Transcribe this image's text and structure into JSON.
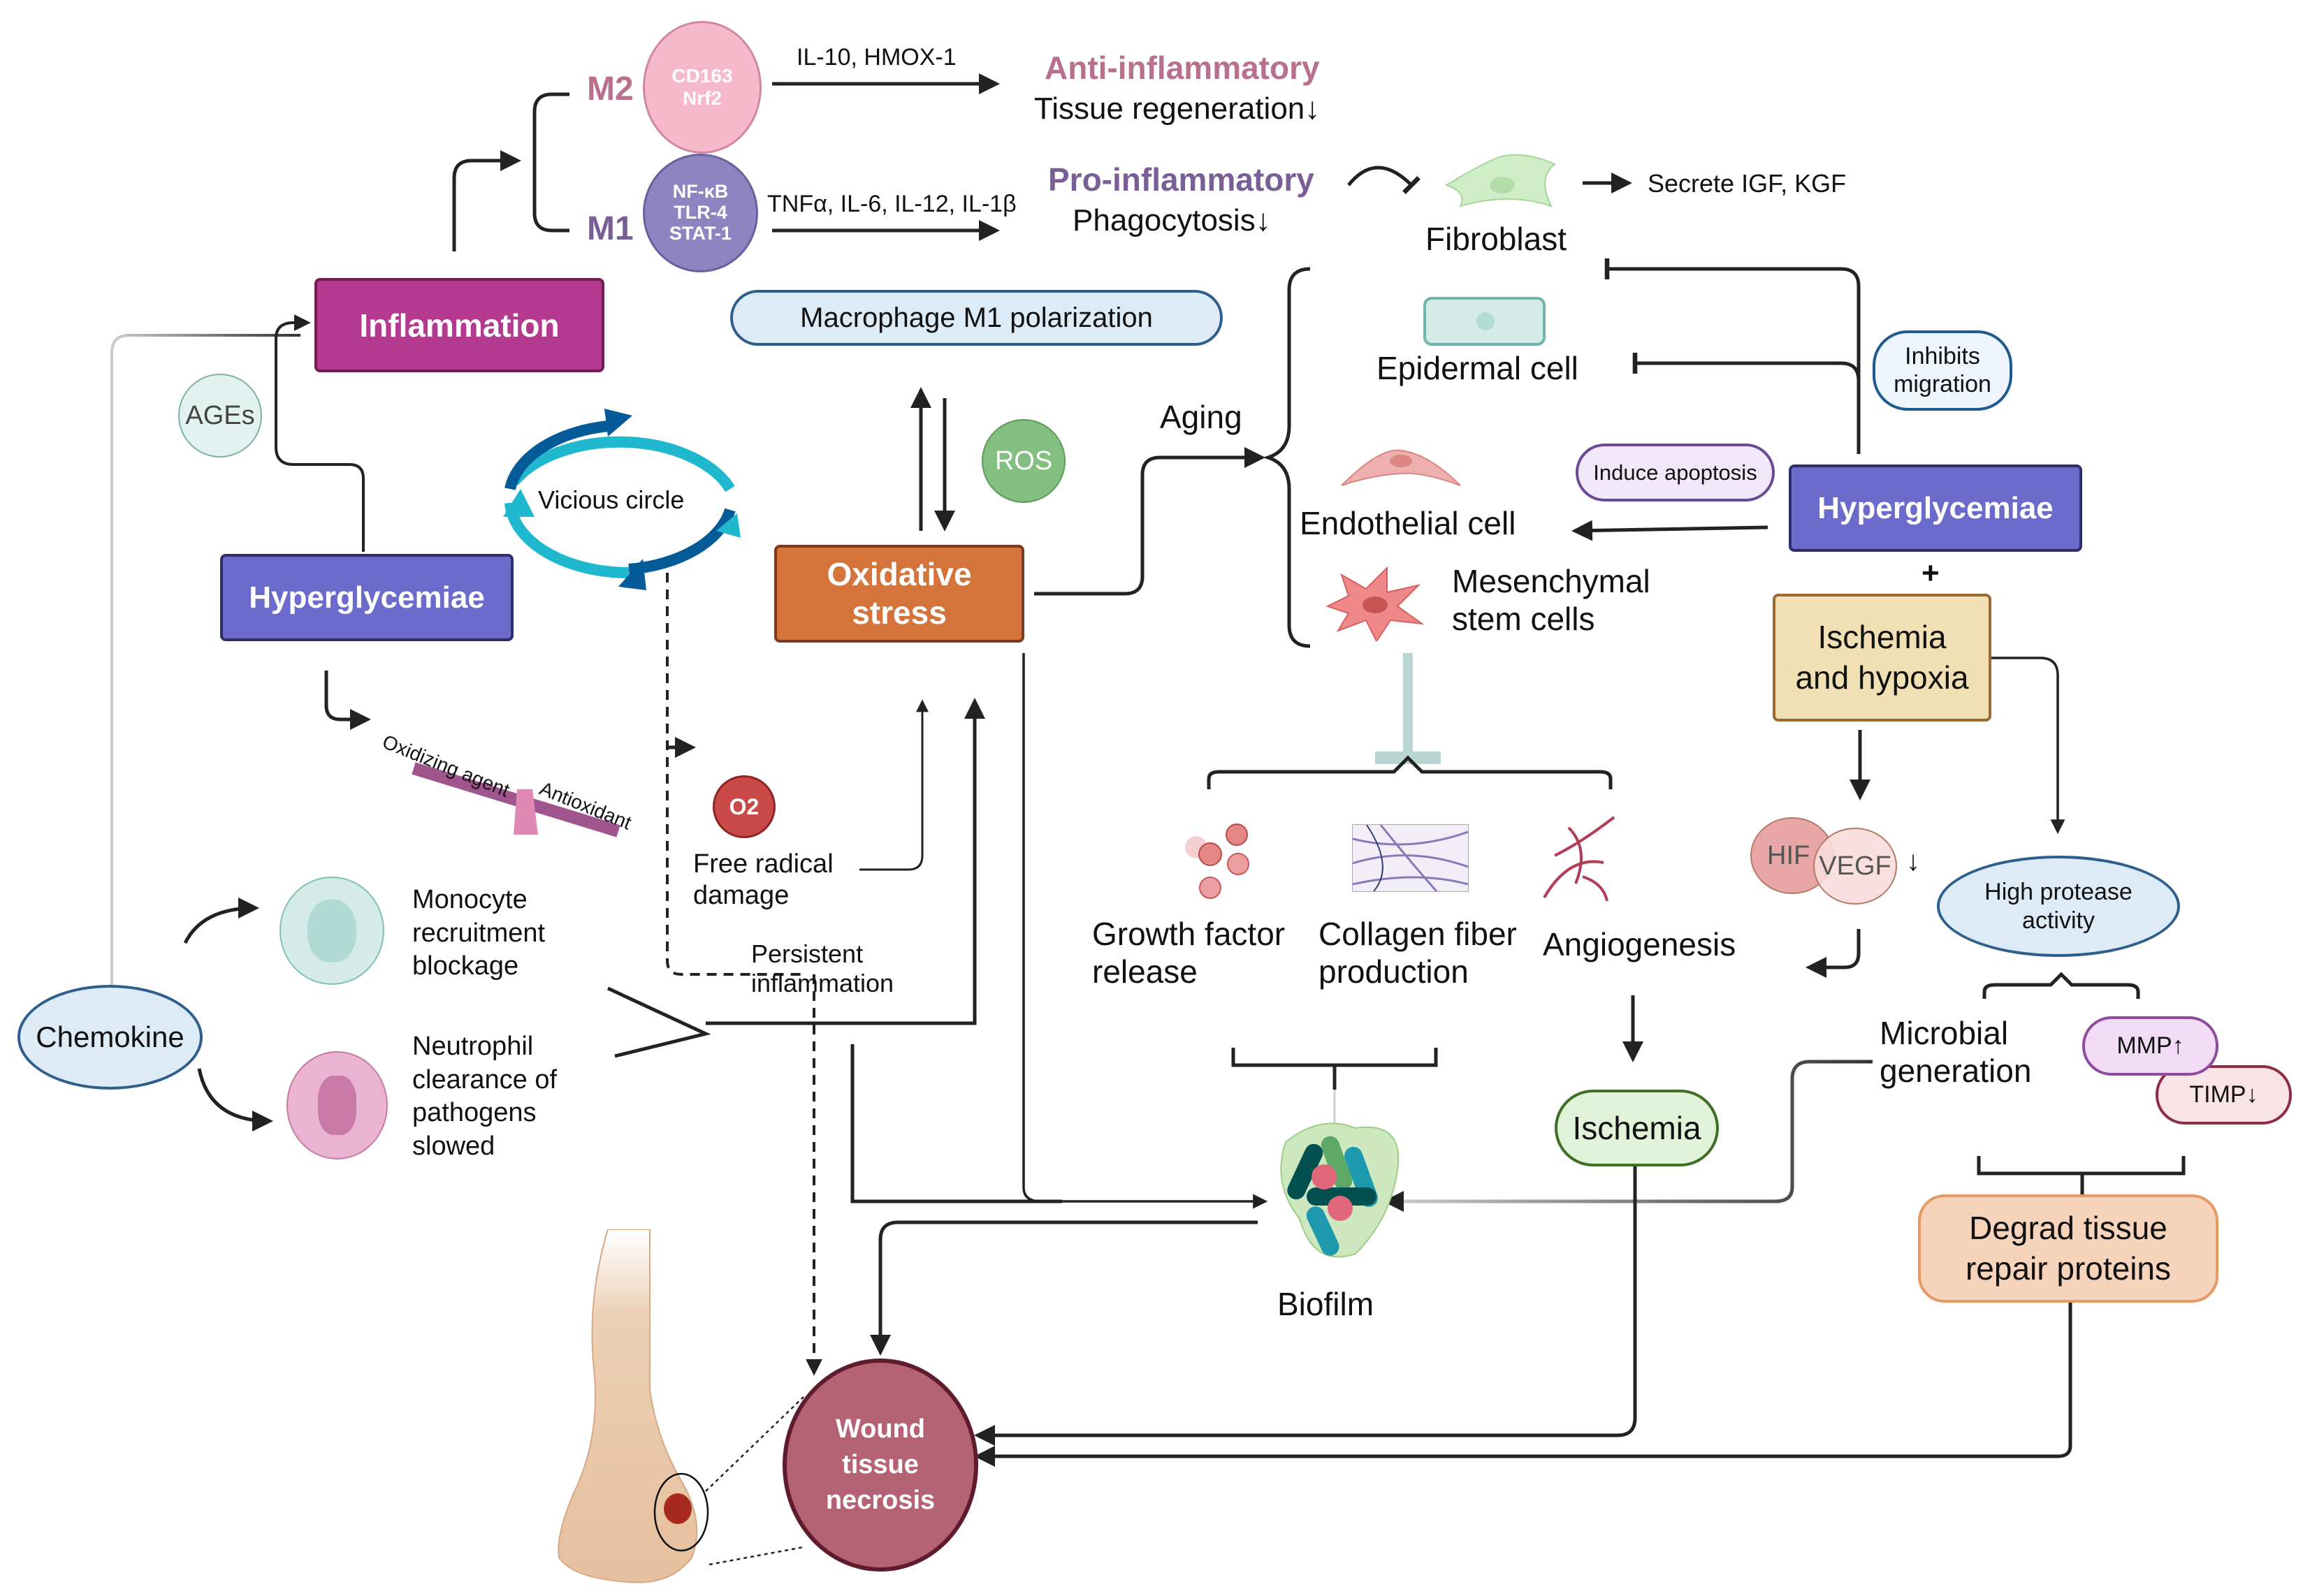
{
  "colors": {
    "inflammation": "#b33a8f",
    "hyperglycemia": "#6b6bcc",
    "oxidative": "#d4733a",
    "m2_label": "#b8708c",
    "m1_label": "#7a5f96",
    "ischemia_hypoxia_fill": "#f0e0b4",
    "degrad_fill": "#f6d4bc",
    "wound": "#b56275"
  },
  "macrophages": {
    "m2": {
      "label": "M2",
      "markers": [
        "CD163",
        "Nrf2"
      ],
      "cytokines": "IL-10, HMOX-1",
      "effect_title": "Anti-inflammatory",
      "effect_detail": "Tissue regeneration↓"
    },
    "m1": {
      "label": "M1",
      "markers": [
        "NF-κB",
        "TLR-4",
        "STAT-1"
      ],
      "cytokines": "TNFα, IL-6, IL-12, IL-1β",
      "effect_title": "Pro-inflammatory",
      "effect_detail": "Phagocytosis↓"
    }
  },
  "fibroblast": {
    "label": "Fibroblast",
    "secrete": "Secrete IGF, KGF"
  },
  "nodes": {
    "inflammation": "Inflammation",
    "ages": "AGEs",
    "macrophage_m1_polarization": "Macrophage M1 polarization",
    "ros": "ROS",
    "aging": "Aging",
    "vicious_circle": "Vicious circle",
    "hyperglycemia_left": "Hyperglycemiae",
    "oxidative_stress": [
      "Oxidative",
      "stress"
    ],
    "epidermal_cell": "Epidermal cell",
    "endothelial_cell": "Endothelial cell",
    "mesenchymal": [
      "Mesenchymal",
      "stem cells"
    ],
    "inhibits_migration": [
      "Inhibits",
      "migration"
    ],
    "induce_apoptosis": "Induce apoptosis",
    "hyperglycemia_right": "Hyperglycemiae",
    "plus": "+",
    "ischemia_hypoxia": [
      "Ischemia",
      "and hypoxia"
    ],
    "oxidizing_agent": "Oxidizing agent",
    "antioxidant": "Antioxidant",
    "superoxide": "O2",
    "free_radical": [
      "Free radical",
      "damage"
    ],
    "persistent_inflammation": [
      "Persistent",
      "inflammation"
    ],
    "chemokine": "Chemokine",
    "monocyte": [
      "Monocyte",
      "recruitment",
      "blockage"
    ],
    "neutrophil": [
      "Neutrophil",
      "clearance of",
      "pathogens",
      "slowed"
    ],
    "growth_factor": [
      "Growth factor",
      "release"
    ],
    "collagen": [
      "Collagen fiber",
      "production"
    ],
    "angiogenesis": "Angiogenesis",
    "hif": "HIF",
    "vegf": "VEGF",
    "vegf_arrow": "↓",
    "high_protease": [
      "High protease",
      "activity"
    ],
    "microbial": [
      "Microbial",
      "generation"
    ],
    "mmp": "MMP↑",
    "timp": "TIMP↓",
    "ischemia": "Ischemia",
    "biofilm": "Biofilm",
    "degrad": [
      "Degrad tissue",
      "repair proteins"
    ],
    "wound": [
      "Wound",
      "tissue",
      "necrosis"
    ]
  }
}
